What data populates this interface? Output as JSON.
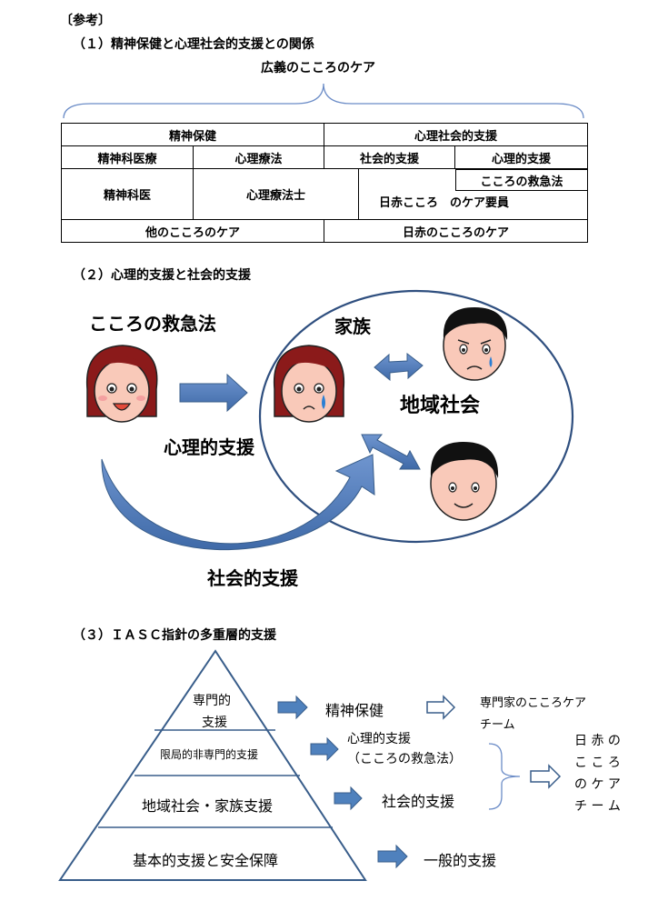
{
  "header": {
    "reference": "〔参考〕",
    "section1_title": "（１）精神保健と心理社会的支援との関係",
    "brace_label": "広義のこころのケア"
  },
  "relation_table": {
    "mental_health": "精神保健",
    "psychosocial_support": "心理社会的支援",
    "psychiatric_care": "精神科医療",
    "psychotherapy": "心理療法",
    "social_support": "社会的支援",
    "psychological_support": "心理的支援",
    "psychological_first_aid": "こころの救急法",
    "psychiatrist": "精神科医",
    "psychotherapist": "心理療法士",
    "jrc_care_staff": "日赤こころ　のケア要員",
    "other_care": "他のこころのケア",
    "jrc_care": "日赤のこころのケア"
  },
  "section2": {
    "title": "（２）心理的支援と社会的支援",
    "first_aid_label": "こころの救急法",
    "family_label": "家族",
    "community_label": "地域社会",
    "psych_support_label": "心理的支援",
    "social_support_label": "社会的支援"
  },
  "section3": {
    "title": "（３）ＩＡＳＣ指針の多重層的支援",
    "pyramid": {
      "level1_line1": "専門的",
      "level1_line2": "支援",
      "level2": "限局的非専門的支援",
      "level3": "地域社会・家族支援",
      "level4": "基本的支援と安全保障"
    },
    "mental_health": "精神保健",
    "specialist_team_line1": "専門家のこころケア",
    "specialist_team_line2": "チーム",
    "psych_support_line1": "心理的支援",
    "psych_support_line2": "（こころの救急法）",
    "social_support": "社会的支援",
    "general_support": "一般的支援",
    "jrc_team_lines": [
      "日 赤 の",
      "こ こ ろ",
      "の ケ ア",
      "チ ー ム"
    ]
  },
  "colors": {
    "arrow_blue": "#4f81bd",
    "arrow_stroke": "#385d8a",
    "circle_stroke": "#2f4f7f",
    "hair": "#8b1a1a",
    "skin": "#f9c9b9"
  }
}
